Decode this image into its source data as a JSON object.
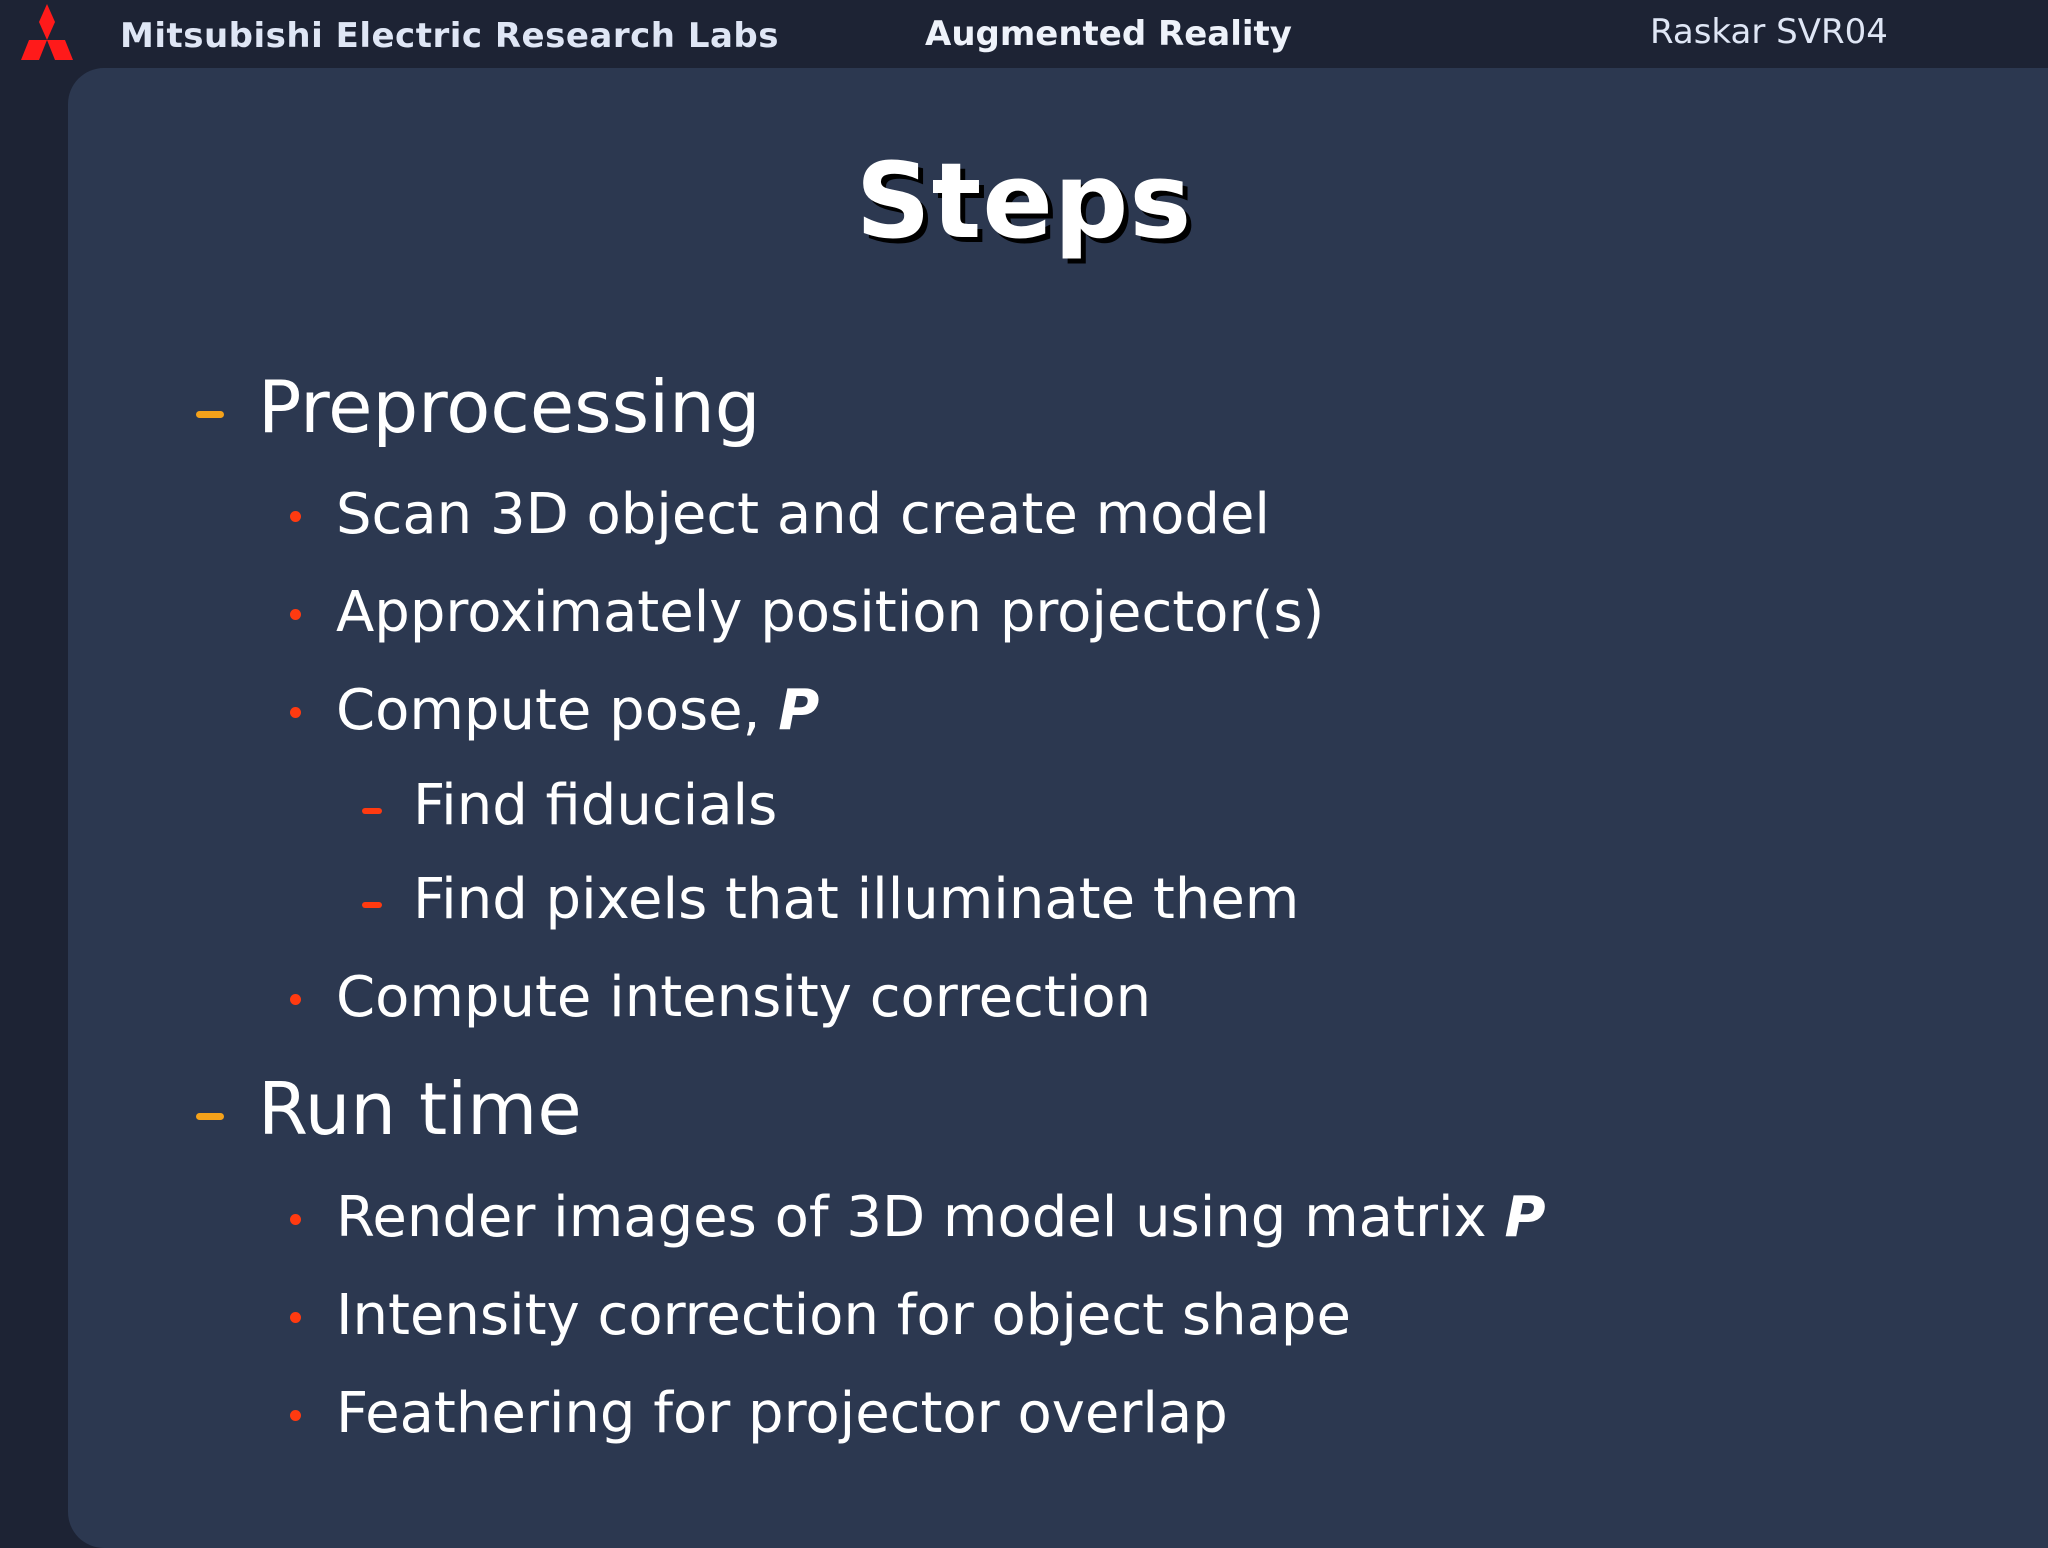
{
  "header": {
    "organization": "Mitsubishi Electric Research Labs",
    "topic": "Augmented Reality",
    "author_tag": "Raskar SVR04",
    "logo_icon": "mitsubishi-three-diamonds-logo",
    "logo_color": "#ff1a1a"
  },
  "slide": {
    "title": "Steps",
    "sections": [
      {
        "label": "Preprocessing",
        "items": [
          {
            "text": "Scan 3D object and create model"
          },
          {
            "text": "Approximately position projector(s)"
          },
          {
            "text": "Compute pose, ",
            "emphasis": "P",
            "subitems": [
              {
                "text": "Find fiducials"
              },
              {
                "text": "Find pixels that illuminate them"
              }
            ]
          },
          {
            "text": "Compute intensity correction"
          }
        ]
      },
      {
        "label": "Run time",
        "items": [
          {
            "text": "Render images of 3D model using matrix ",
            "emphasis": "P"
          },
          {
            "text": "Intensity correction for object shape"
          },
          {
            "text": "Feathering for projector overlap"
          }
        ]
      }
    ]
  },
  "colors": {
    "background": "#1d2334",
    "panel": "#2c3850",
    "level1_marker": "#f5a21a",
    "level2_marker": "#ff3a10",
    "text": "#ffffff"
  }
}
